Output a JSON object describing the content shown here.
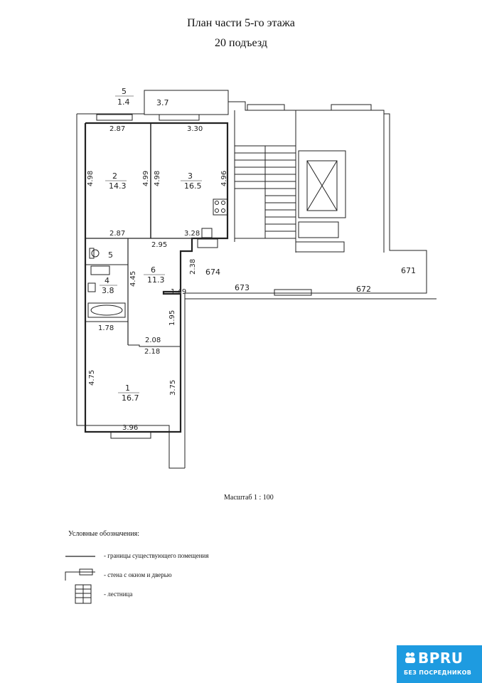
{
  "header": {
    "title": "План части 5-го этажа",
    "entrance": "20 подъезд"
  },
  "rooms": [
    {
      "id": "1",
      "area": "16.7"
    },
    {
      "id": "2",
      "area": "14.3"
    },
    {
      "id": "3",
      "area": "16.5"
    },
    {
      "id": "4",
      "area": "3.8"
    },
    {
      "id": "5",
      "area": ""
    },
    {
      "id": "6",
      "area": "11.3"
    },
    {
      "id": "5b",
      "label": "5",
      "area": "1.4"
    },
    {
      "id": "balcony",
      "area": "3.7"
    }
  ],
  "dimensions": {
    "d287a": "2.87",
    "d330": "3.30",
    "d498a": "4.98",
    "d499": "4.99",
    "d498b": "4.98",
    "d496": "4.96",
    "d287b": "2.87",
    "d328": "3.28",
    "d295": "2.95",
    "d238": "2.38",
    "d445": "4.45",
    "d149": "1.49",
    "d195": "1.95",
    "d178": "1.78",
    "d208": "2.08",
    "d218": "2.18",
    "d475": "4.75",
    "d375": "3.75",
    "d396": "3.96"
  },
  "apartments": [
    "674",
    "673",
    "672",
    "671"
  ],
  "scale": "Масштаб 1 : 100",
  "legend": {
    "title": "Условные обозначения:",
    "items": [
      "- границы существующего помещения",
      "- стена с окном и дверью",
      "- лестница"
    ]
  },
  "logo": {
    "brand": "BPRU",
    "tagline": "БЕЗ ПОСРЕДНИКОВ"
  },
  "colors": {
    "wall": "#222222",
    "brand": "#1e9be0"
  }
}
